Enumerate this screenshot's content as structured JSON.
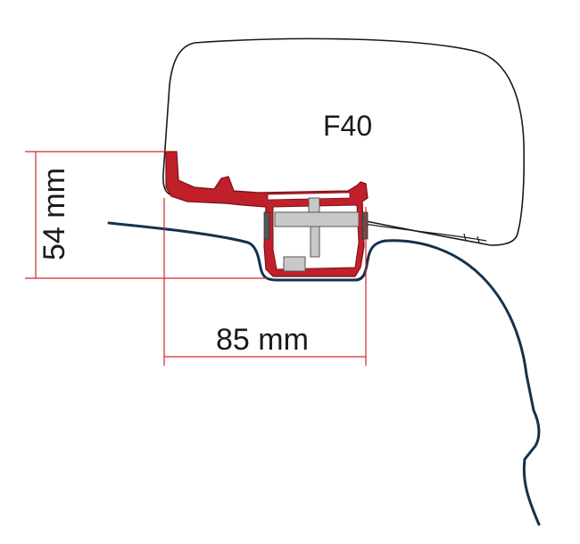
{
  "diagram": {
    "model_label": "F40",
    "height_dimension": "54 mm",
    "width_dimension": "85 mm",
    "colors": {
      "housing_outline": "#1a1a1a",
      "adapter_red": "#c0202a",
      "dimension_lines": "#d22630",
      "roof_profile": "#13324d",
      "clamp_gray": "#c8c8c8"
    }
  }
}
